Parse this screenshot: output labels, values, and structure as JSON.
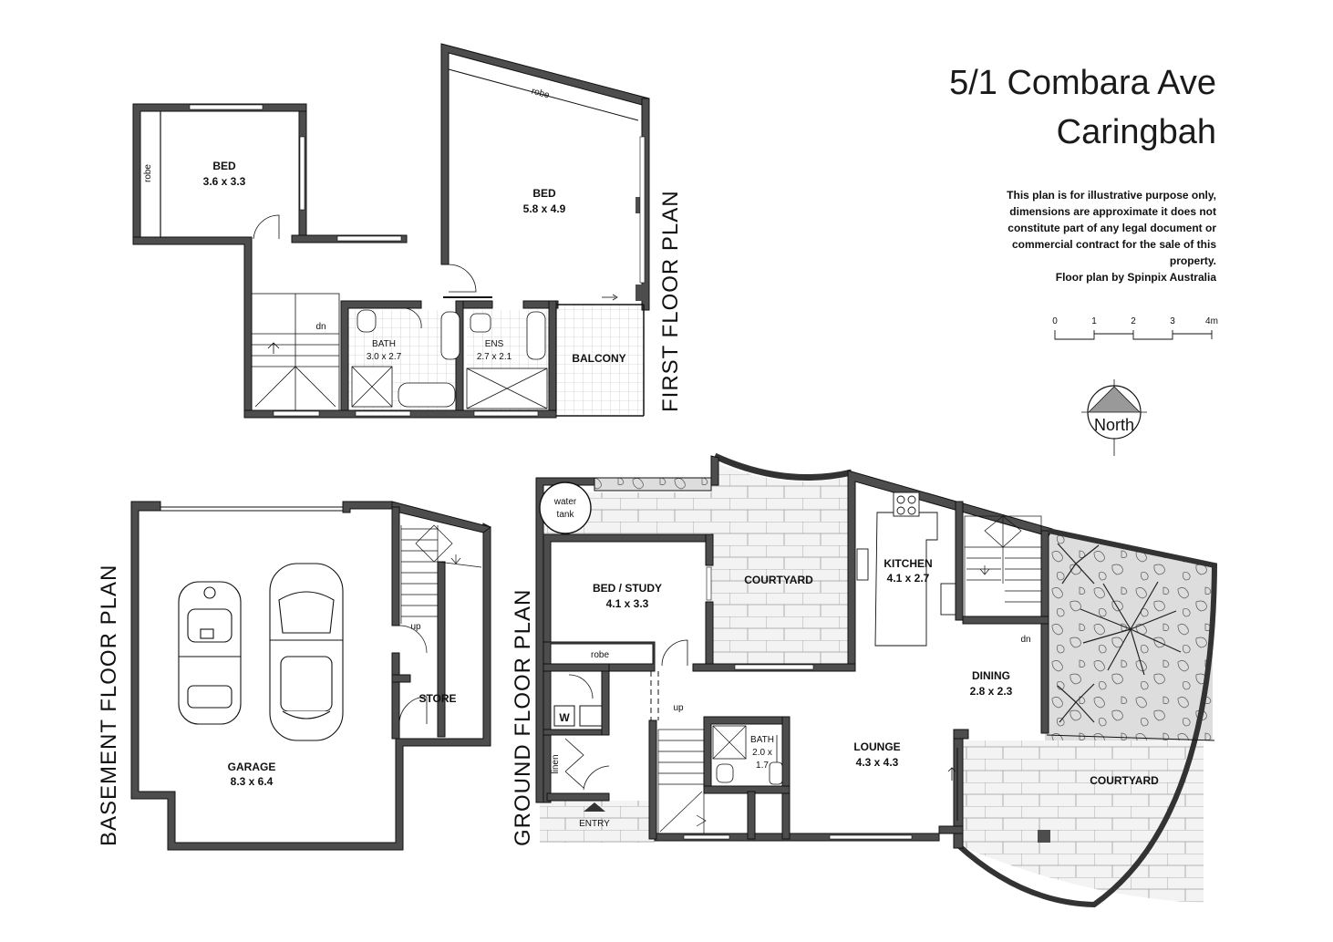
{
  "header": {
    "address_line1": "5/1 Combara Ave",
    "address_line2": "Caringbah"
  },
  "disclaimer": {
    "lines": [
      "This plan is for illustrative purpose only,",
      "dimensions are approximate it does not",
      "constitute part of any legal document or",
      "commercial contract for the sale of this",
      "property.",
      "Floor plan by Spinpix Australia"
    ]
  },
  "scale_bar": {
    "ticks": [
      "0",
      "1",
      "2",
      "3",
      "4m"
    ]
  },
  "compass": {
    "label": "North"
  },
  "floor_labels": {
    "first": "FIRST FLOOR PLAN",
    "basement": "BASEMENT FLOOR PLAN",
    "ground": "GROUND FLOOR PLAN"
  },
  "first_floor": {
    "bed1": {
      "name": "BED",
      "dims": "3.6 x 3.3"
    },
    "bed2": {
      "name": "BED",
      "dims": "5.8 x 4.9"
    },
    "robe1": "robe",
    "robe2": "robe",
    "bath": {
      "name": "BATH",
      "dims": "3.0 x 2.7"
    },
    "ens": {
      "name": "ENS",
      "dims": "2.7 x 2.1"
    },
    "balcony": "BALCONY",
    "stair": "dn"
  },
  "basement": {
    "garage": {
      "name": "GARAGE",
      "dims": "8.3 x 6.4"
    },
    "store": "STORE",
    "stair": "up"
  },
  "ground_floor": {
    "water_tank": [
      "water",
      "tank"
    ],
    "bed_study": {
      "name": "BED / STUDY",
      "dims": "4.1 x 3.3"
    },
    "courtyard1": "COURTYARD",
    "kitchen": {
      "name": "KITCHEN",
      "dims": "4.1 x 2.7"
    },
    "robe": "robe",
    "dining": {
      "name": "DINING",
      "dims": "2.8 x 2.3"
    },
    "lounge": {
      "name": "LOUNGE",
      "dims": "4.3 x 4.3"
    },
    "bath": {
      "name": "BATH",
      "dims1": "2.0 x",
      "dims2": "1.7"
    },
    "courtyard2": "COURTYARD",
    "linen": "linen",
    "entry": "ENTRY",
    "stair_up": "up",
    "stair_dn": "dn",
    "washer": "W"
  },
  "colors": {
    "wall": "#4d4d4d",
    "paving": "#f2f2f2",
    "garden": "#dcdcdc",
    "line": "#111111"
  }
}
